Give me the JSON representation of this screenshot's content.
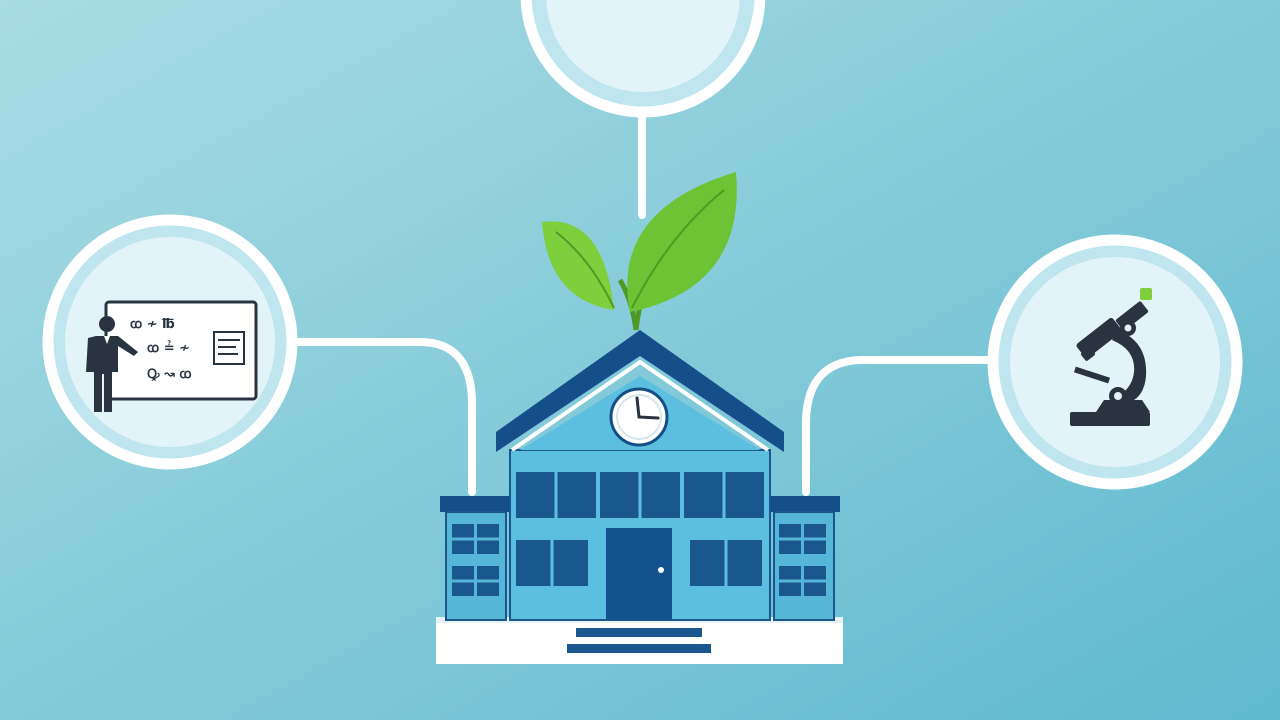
{
  "colors": {
    "background_light": "#a9dce4",
    "background_dark": "#5fb9cf",
    "connector": "#ffffff",
    "circle_ring": "#ffffff",
    "circle_fill": "#e2f4f8",
    "circle_inner_ring": "#bfe6ef",
    "roof": "#144f8a",
    "wall_main": "#5cbfe0",
    "wall_wing": "#56b6d8",
    "window": "#1b578f",
    "door": "#13528f",
    "base": "#ffffff",
    "steps": "#1b578f",
    "leaf_light": "#7fcf3d",
    "leaf_dark": "#5aab2a",
    "icon_dark": "#2a3440"
  },
  "diagram": {
    "center_node": {
      "icon": "school-building-icon",
      "decoration": "sprout-icon"
    },
    "nodes": [
      {
        "position": "top",
        "icon": "empty-circle"
      },
      {
        "position": "left",
        "icon": "teacher-whiteboard-icon"
      },
      {
        "position": "right",
        "icon": "microscope-icon"
      }
    ]
  }
}
